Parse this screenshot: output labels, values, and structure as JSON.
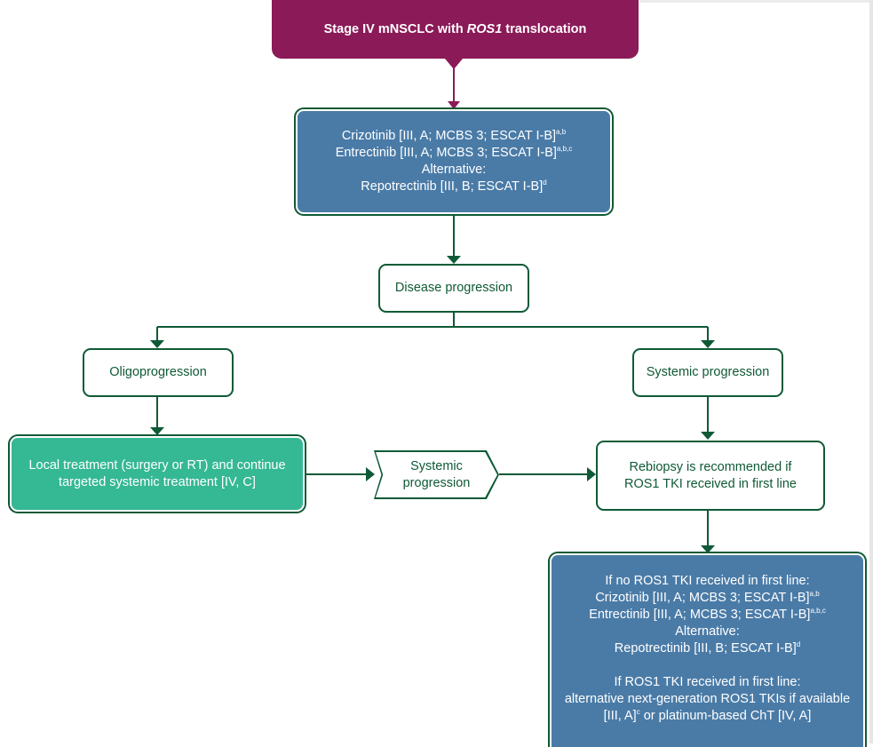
{
  "top": {
    "text_prefix": "Stage IV mNSCLC with ",
    "text_italic": "ROS1",
    "text_suffix": " translocation"
  },
  "first_line": {
    "line1": "Crizotinib [III, A; MCBS 3; ESCAT I-B]",
    "line1_sup": "a,b",
    "line2": "Entrectinib [III, A; MCBS 3; ESCAT I-B]",
    "line2_sup": "a,b,c",
    "line3": "Alternative:",
    "line4": "Repotrectinib [III, B; ESCAT I-B]",
    "line4_sup": "d"
  },
  "disease_progression": "Disease progression",
  "oligoprogression": "Oligoprogression",
  "systemic_progression_right": "Systemic progression",
  "local_treatment": {
    "line1": "Local treatment (surgery or RT) and continue",
    "line2": "targeted systemic treatment [IV, C]"
  },
  "systemic_progression_mid": {
    "line1": "Systemic",
    "line2": "progression"
  },
  "rebiopsy": {
    "line1": "Rebiopsy is recommended if",
    "line2": "ROS1 TKI received in first line"
  },
  "second_line": {
    "line1": "If no ROS1 TKI received in first line:",
    "line2": "Crizotinib [III, A; MCBS 3; ESCAT I-B]",
    "line2_sup": "a,b",
    "line3": "Entrectinib [III, A; MCBS 3; ESCAT I-B]",
    "line3_sup": "a,b,c",
    "line4": "Alternative:",
    "line5": "Repotrectinib [III, B; ESCAT I-B]",
    "line5_sup": "d",
    "line6": "If ROS1 TKI received in first line:",
    "line7": "alternative next-generation ROS1 TKIs if available",
    "line8a": "[III, A]",
    "line8_sup": "c",
    "line8b": " or platinum-based ChT [IV, A]"
  },
  "colors": {
    "top_box": "#8b1a58",
    "blue_box": "#4a7ba7",
    "teal_box": "#35b894",
    "outline": "#0f5a36"
  }
}
